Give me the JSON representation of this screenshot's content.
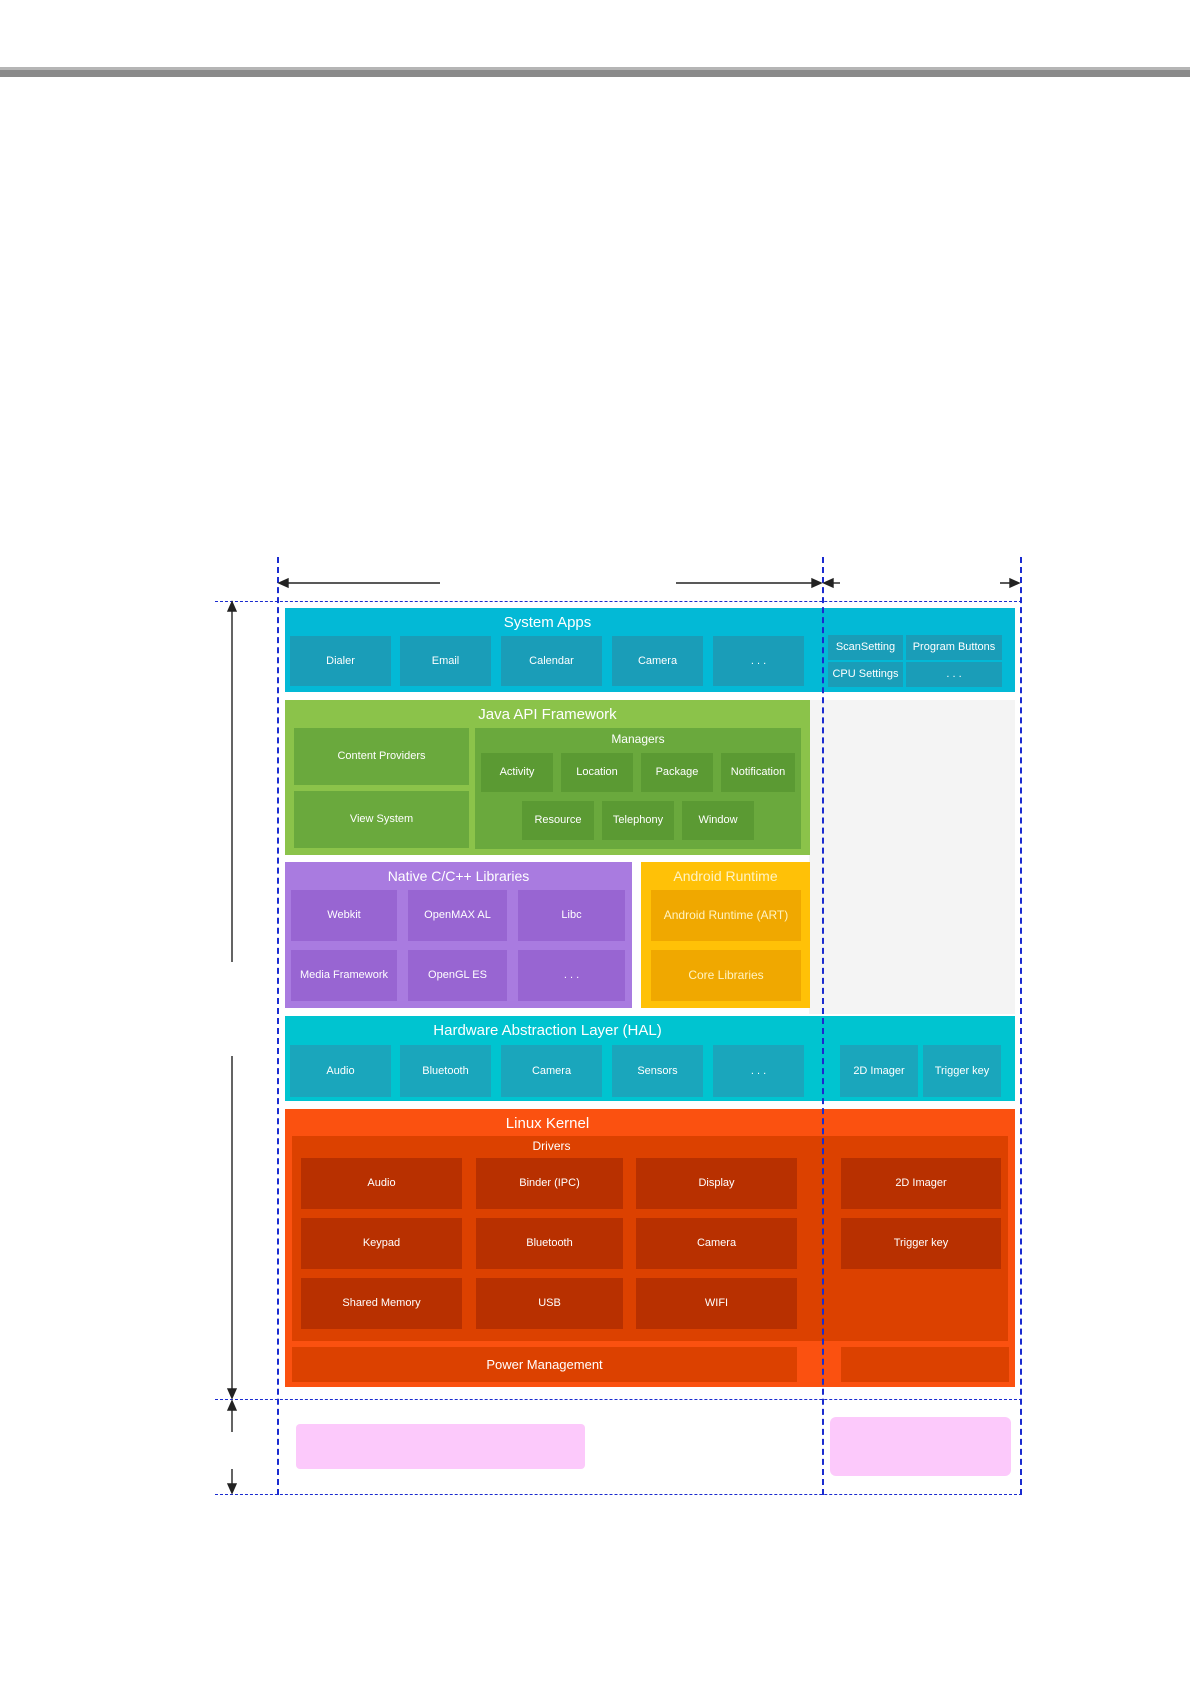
{
  "system_apps": {
    "title": "System Apps",
    "items": [
      "Dialer",
      "Email",
      "Calendar",
      "Camera",
      ". . ."
    ],
    "side_items": [
      "ScanSetting",
      "Program Buttons",
      "CPU Settings",
      ". . ."
    ]
  },
  "java_api": {
    "title": "Java API Framework",
    "content_providers": "Content Providers",
    "view_system": "View System",
    "managers_title": "Managers",
    "managers": [
      "Activity",
      "Location",
      "Package",
      "Notification",
      "Resource",
      "Telephony",
      "Window"
    ]
  },
  "native_libs": {
    "title": "Native C/C++ Libraries",
    "items": [
      "Webkit",
      "OpenMAX AL",
      "Libc",
      "Media Framework",
      "OpenGL ES",
      ". . ."
    ]
  },
  "android_runtime": {
    "title": "Android Runtime",
    "items": [
      "Android Runtime (ART)",
      "Core Libraries"
    ]
  },
  "hal": {
    "title": "Hardware Abstraction Layer (HAL)",
    "items": [
      "Audio",
      "Bluetooth",
      "Camera",
      "Sensors",
      ". . ."
    ],
    "side_items": [
      "2D Imager",
      "Trigger key"
    ]
  },
  "kernel": {
    "title": "Linux Kernel",
    "drivers_title": "Drivers",
    "drivers": [
      "Audio",
      "Binder (IPC)",
      "Display",
      "Keypad",
      "Bluetooth",
      "Camera",
      "Shared Memory",
      "USB",
      "WIFI"
    ],
    "side_drivers": [
      "2D Imager",
      "Trigger key"
    ],
    "power": "Power Management"
  },
  "colors": {
    "system_apps": "#03b9d6",
    "java_api": "#8bc34a",
    "native_libs": "#a97be0",
    "android_runtime": "#ffc107",
    "hal": "#00c4d0",
    "kernel": "#fb5110",
    "hardware_box": "#fcc9fb",
    "guide_lines": "#1a2bd0"
  }
}
